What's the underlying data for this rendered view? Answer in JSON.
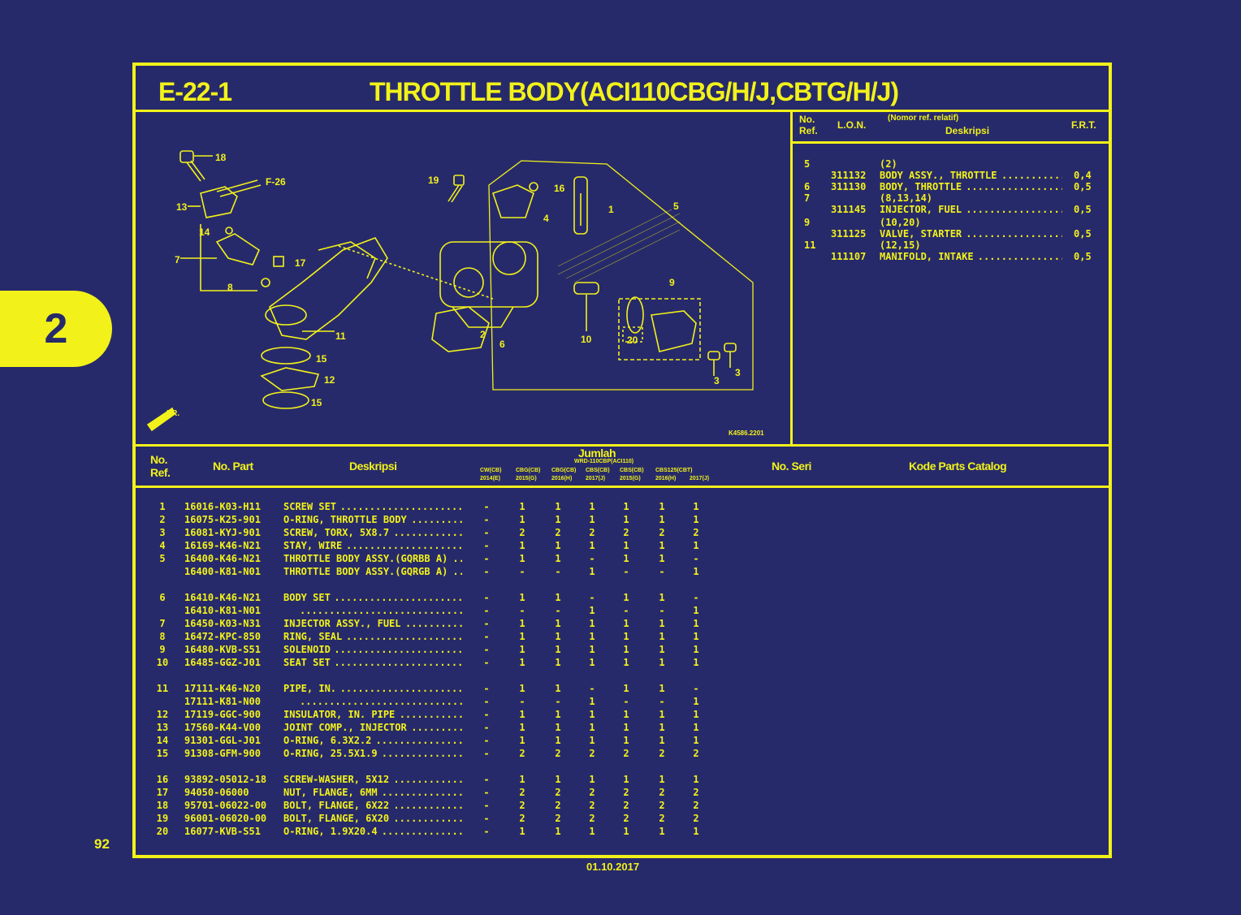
{
  "side_tab": "2",
  "header": {
    "code": "E-22-1",
    "title": "THROTTLE BODY(ACI110CBG/H/J,CBTG/H/J)"
  },
  "diagram": {
    "callouts": [
      "18",
      "F-26",
      "13",
      "14",
      "7",
      "8",
      "17",
      "19",
      "16",
      "4",
      "1",
      "5",
      "9",
      "11",
      "15",
      "12",
      "15",
      "2",
      "6",
      "10",
      "20",
      "3",
      "3"
    ],
    "front_label": "FR.",
    "image_code": "K4586.2201"
  },
  "ref_table": {
    "headers": {
      "no_ref_1": "No.",
      "no_ref_2": "Ref.",
      "lon": "L.O.N.",
      "desc_1": "(Nomor ref. relatif)",
      "desc_2": "Deskripsi",
      "frt": "F.R.T."
    },
    "rows": [
      {
        "no": "5",
        "lon": "",
        "desc": "(2)",
        "frt": ""
      },
      {
        "no": "",
        "lon": "311132",
        "desc": "BODY ASSY., THROTTLE",
        "frt": "0,4"
      },
      {
        "no": "6",
        "lon": "311130",
        "desc": "BODY, THROTTLE",
        "frt": "0,5"
      },
      {
        "no": "7",
        "lon": "",
        "desc": "(8,13,14)",
        "frt": ""
      },
      {
        "no": "",
        "lon": "311145",
        "desc": "INJECTOR, FUEL",
        "frt": "0,5"
      },
      {
        "no": "9",
        "lon": "",
        "desc": "(10,20)",
        "frt": ""
      },
      {
        "no": "",
        "lon": "311125",
        "desc": "VALVE, STARTER",
        "frt": "0,5"
      },
      {
        "no": "11",
        "lon": "",
        "desc": "(12,15)",
        "frt": ""
      },
      {
        "no": "",
        "lon": "111107",
        "desc": "MANIFOLD, INTAKE",
        "frt": "0,5"
      }
    ]
  },
  "parts_table": {
    "headers": {
      "no_ref_1": "No.",
      "no_ref_2": "Ref.",
      "no_part": "No. Part",
      "deskripsi": "Deskripsi",
      "jumlah": "Jumlah",
      "model": "WRD-110CBP(ACI110)",
      "variants": [
        "CW(CB)",
        "CBG(CB)",
        "CBG(CB)",
        "CBS(CB)",
        "CBS(CB)",
        "CBS125(CBT)",
        ""
      ],
      "years": [
        "2014(E)",
        "2015(G)",
        "2016(H)",
        "2017(J)",
        "2015(G)",
        "2016(H)",
        "2017(J)"
      ],
      "no_seri": "No. Seri",
      "kode": "Kode Parts Catalog"
    },
    "rows": [
      {
        "ref": "1",
        "part": "16016-K03-H11",
        "desc": "SCREW SET",
        "q": [
          "-",
          "1",
          "1",
          "1",
          "1",
          "1",
          "1"
        ]
      },
      {
        "ref": "2",
        "part": "16075-K25-901",
        "desc": "O-RING, THROTTLE BODY",
        "q": [
          "-",
          "1",
          "1",
          "1",
          "1",
          "1",
          "1"
        ]
      },
      {
        "ref": "3",
        "part": "16081-KYJ-901",
        "desc": "SCREW, TORX, 5X8.7",
        "q": [
          "-",
          "2",
          "2",
          "2",
          "2",
          "2",
          "2"
        ]
      },
      {
        "ref": "4",
        "part": "16169-K46-N21",
        "desc": "STAY, WIRE",
        "q": [
          "-",
          "1",
          "1",
          "1",
          "1",
          "1",
          "1"
        ]
      },
      {
        "ref": "5",
        "part": "16400-K46-N21",
        "desc": "THROTTLE BODY ASSY.(GQRBB A)",
        "q": [
          "-",
          "1",
          "1",
          "-",
          "1",
          "1",
          "-"
        ]
      },
      {
        "ref": "",
        "part": "16400-K81-N01",
        "desc": "THROTTLE BODY ASSY.(GQRGB A)",
        "q": [
          "-",
          "-",
          "-",
          "1",
          "-",
          "-",
          "1"
        ]
      },
      {
        "ref": "6",
        "part": "16410-K46-N21",
        "desc": "BODY SET",
        "q": [
          "-",
          "1",
          "1",
          "-",
          "1",
          "1",
          "-"
        ]
      },
      {
        "ref": "",
        "part": "16410-K81-N01",
        "desc": "",
        "q": [
          "-",
          "-",
          "-",
          "1",
          "-",
          "-",
          "1"
        ]
      },
      {
        "ref": "7",
        "part": "16450-K03-N31",
        "desc": "INJECTOR ASSY., FUEL",
        "q": [
          "-",
          "1",
          "1",
          "1",
          "1",
          "1",
          "1"
        ]
      },
      {
        "ref": "8",
        "part": "16472-KPC-850",
        "desc": "RING, SEAL",
        "q": [
          "-",
          "1",
          "1",
          "1",
          "1",
          "1",
          "1"
        ]
      },
      {
        "ref": "9",
        "part": "16480-KVB-S51",
        "desc": "SOLENOID",
        "q": [
          "-",
          "1",
          "1",
          "1",
          "1",
          "1",
          "1"
        ]
      },
      {
        "ref": "10",
        "part": "16485-GGZ-J01",
        "desc": "SEAT SET",
        "q": [
          "-",
          "1",
          "1",
          "1",
          "1",
          "1",
          "1"
        ]
      },
      {
        "ref": "11",
        "part": "17111-K46-N20",
        "desc": "PIPE, IN.",
        "q": [
          "-",
          "1",
          "1",
          "-",
          "1",
          "1",
          "-"
        ]
      },
      {
        "ref": "",
        "part": "17111-K81-N00",
        "desc": "",
        "q": [
          "-",
          "-",
          "-",
          "1",
          "-",
          "-",
          "1"
        ]
      },
      {
        "ref": "12",
        "part": "17119-GGC-900",
        "desc": "INSULATOR, IN. PIPE",
        "q": [
          "-",
          "1",
          "1",
          "1",
          "1",
          "1",
          "1"
        ]
      },
      {
        "ref": "13",
        "part": "17560-K44-V00",
        "desc": "JOINT COMP., INJECTOR",
        "q": [
          "-",
          "1",
          "1",
          "1",
          "1",
          "1",
          "1"
        ]
      },
      {
        "ref": "14",
        "part": "91301-GGL-J01",
        "desc": "O-RING, 6.3X2.2",
        "q": [
          "-",
          "1",
          "1",
          "1",
          "1",
          "1",
          "1"
        ]
      },
      {
        "ref": "15",
        "part": "91308-GFM-900",
        "desc": "O-RING, 25.5X1.9",
        "q": [
          "-",
          "2",
          "2",
          "2",
          "2",
          "2",
          "2"
        ]
      },
      {
        "ref": "16",
        "part": "93892-05012-18",
        "desc": "SCREW-WASHER, 5X12",
        "q": [
          "-",
          "1",
          "1",
          "1",
          "1",
          "1",
          "1"
        ]
      },
      {
        "ref": "17",
        "part": "94050-06000",
        "desc": "NUT, FLANGE, 6MM",
        "q": [
          "-",
          "2",
          "2",
          "2",
          "2",
          "2",
          "2"
        ]
      },
      {
        "ref": "18",
        "part": "95701-06022-00",
        "desc": "BOLT, FLANGE, 6X22",
        "q": [
          "-",
          "2",
          "2",
          "2",
          "2",
          "2",
          "2"
        ]
      },
      {
        "ref": "19",
        "part": "96001-06020-00",
        "desc": "BOLT, FLANGE, 6X20",
        "q": [
          "-",
          "2",
          "2",
          "2",
          "2",
          "2",
          "2"
        ]
      },
      {
        "ref": "20",
        "part": "16077-KVB-S51",
        "desc": "O-RING, 1.9X20.4",
        "q": [
          "-",
          "1",
          "1",
          "1",
          "1",
          "1",
          "1"
        ]
      }
    ]
  },
  "footer": {
    "page": "92",
    "date": "01.10.2017"
  },
  "colors": {
    "background": "#272a6a",
    "foreground": "#f2f21a"
  }
}
